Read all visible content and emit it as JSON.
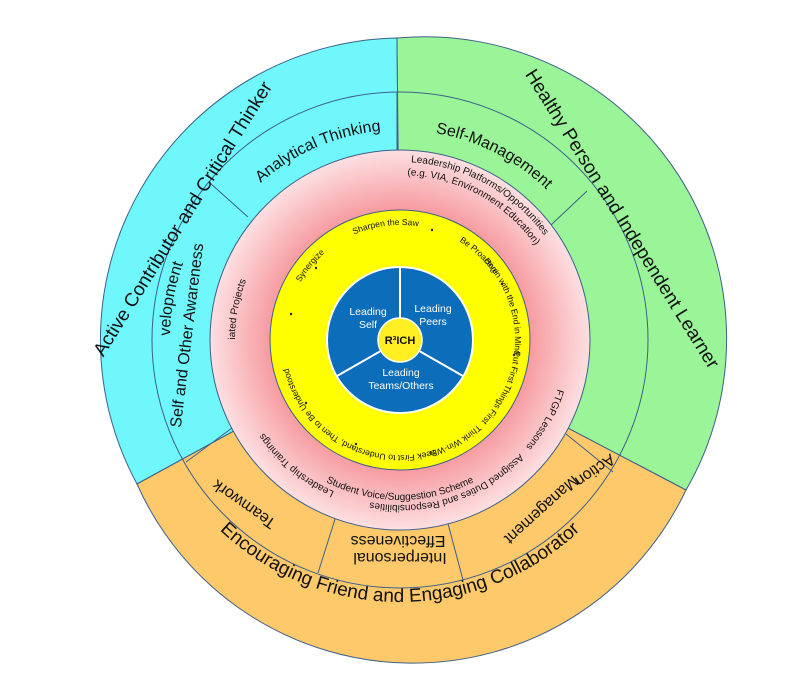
{
  "diagram": {
    "center_label": "R³ICH",
    "core": [
      {
        "line1": "Leading",
        "line2": "Self"
      },
      {
        "line1": "Leading",
        "line2": "Peers"
      },
      {
        "line1": "Leading",
        "line2": "Teams/Others"
      }
    ],
    "habits": {
      "be_proactive": "Be Proactive",
      "begin_end": "Begin with the End in Mind",
      "first_things": "Put First Things First",
      "think_win": "Think Win-Win",
      "seek_first": "Seek First to Understand, Then to Be Understood",
      "synergize": "Synergize",
      "sharpen": "Sharpen the Saw"
    },
    "programmes": {
      "assigned_duties": "Assigned Duties and Responsibilities",
      "leadership_trainings": "Leadership Trainings",
      "student_projects": "Student-Initiated Projects",
      "voice_scheme": "Student Voice/Suggestion Scheme",
      "platforms_line1": "Leadership Platforms/Opportunities",
      "platforms_line2": "(e.g. VIA, Environment Education)",
      "ftgp_lessons": "FTGP Lessons"
    },
    "competencies": {
      "analytical": "Analytical Thinking",
      "self_management": "Self-Management",
      "self_development": "Self-Development",
      "action_mgmt_line1": "Action",
      "action_mgmt_line2": "Management",
      "interpersonal_line1": "Interpersonal",
      "interpersonal_line2": "Effectiveness",
      "teamwork": "Teamwork",
      "self_other": "Self and Other Awareness"
    },
    "outcomes": {
      "active_contributor": "Active Contributor and Critical Thinker",
      "healthy_person": "Healthy Person and Independent Learner",
      "encouraging_friend": "Encouraging Friend and Engaging Collaborator"
    }
  },
  "colors": {
    "cyan": "#6ff7fb",
    "green": "#99f597",
    "orange": "#fdc96a",
    "pink_outer": "#fbd7d9",
    "pink_inner": "#f58f93",
    "yellow": "#ffff00",
    "blue": "#0c6dbb",
    "center": "#ffee22",
    "stroke": "#3f5f8a"
  }
}
